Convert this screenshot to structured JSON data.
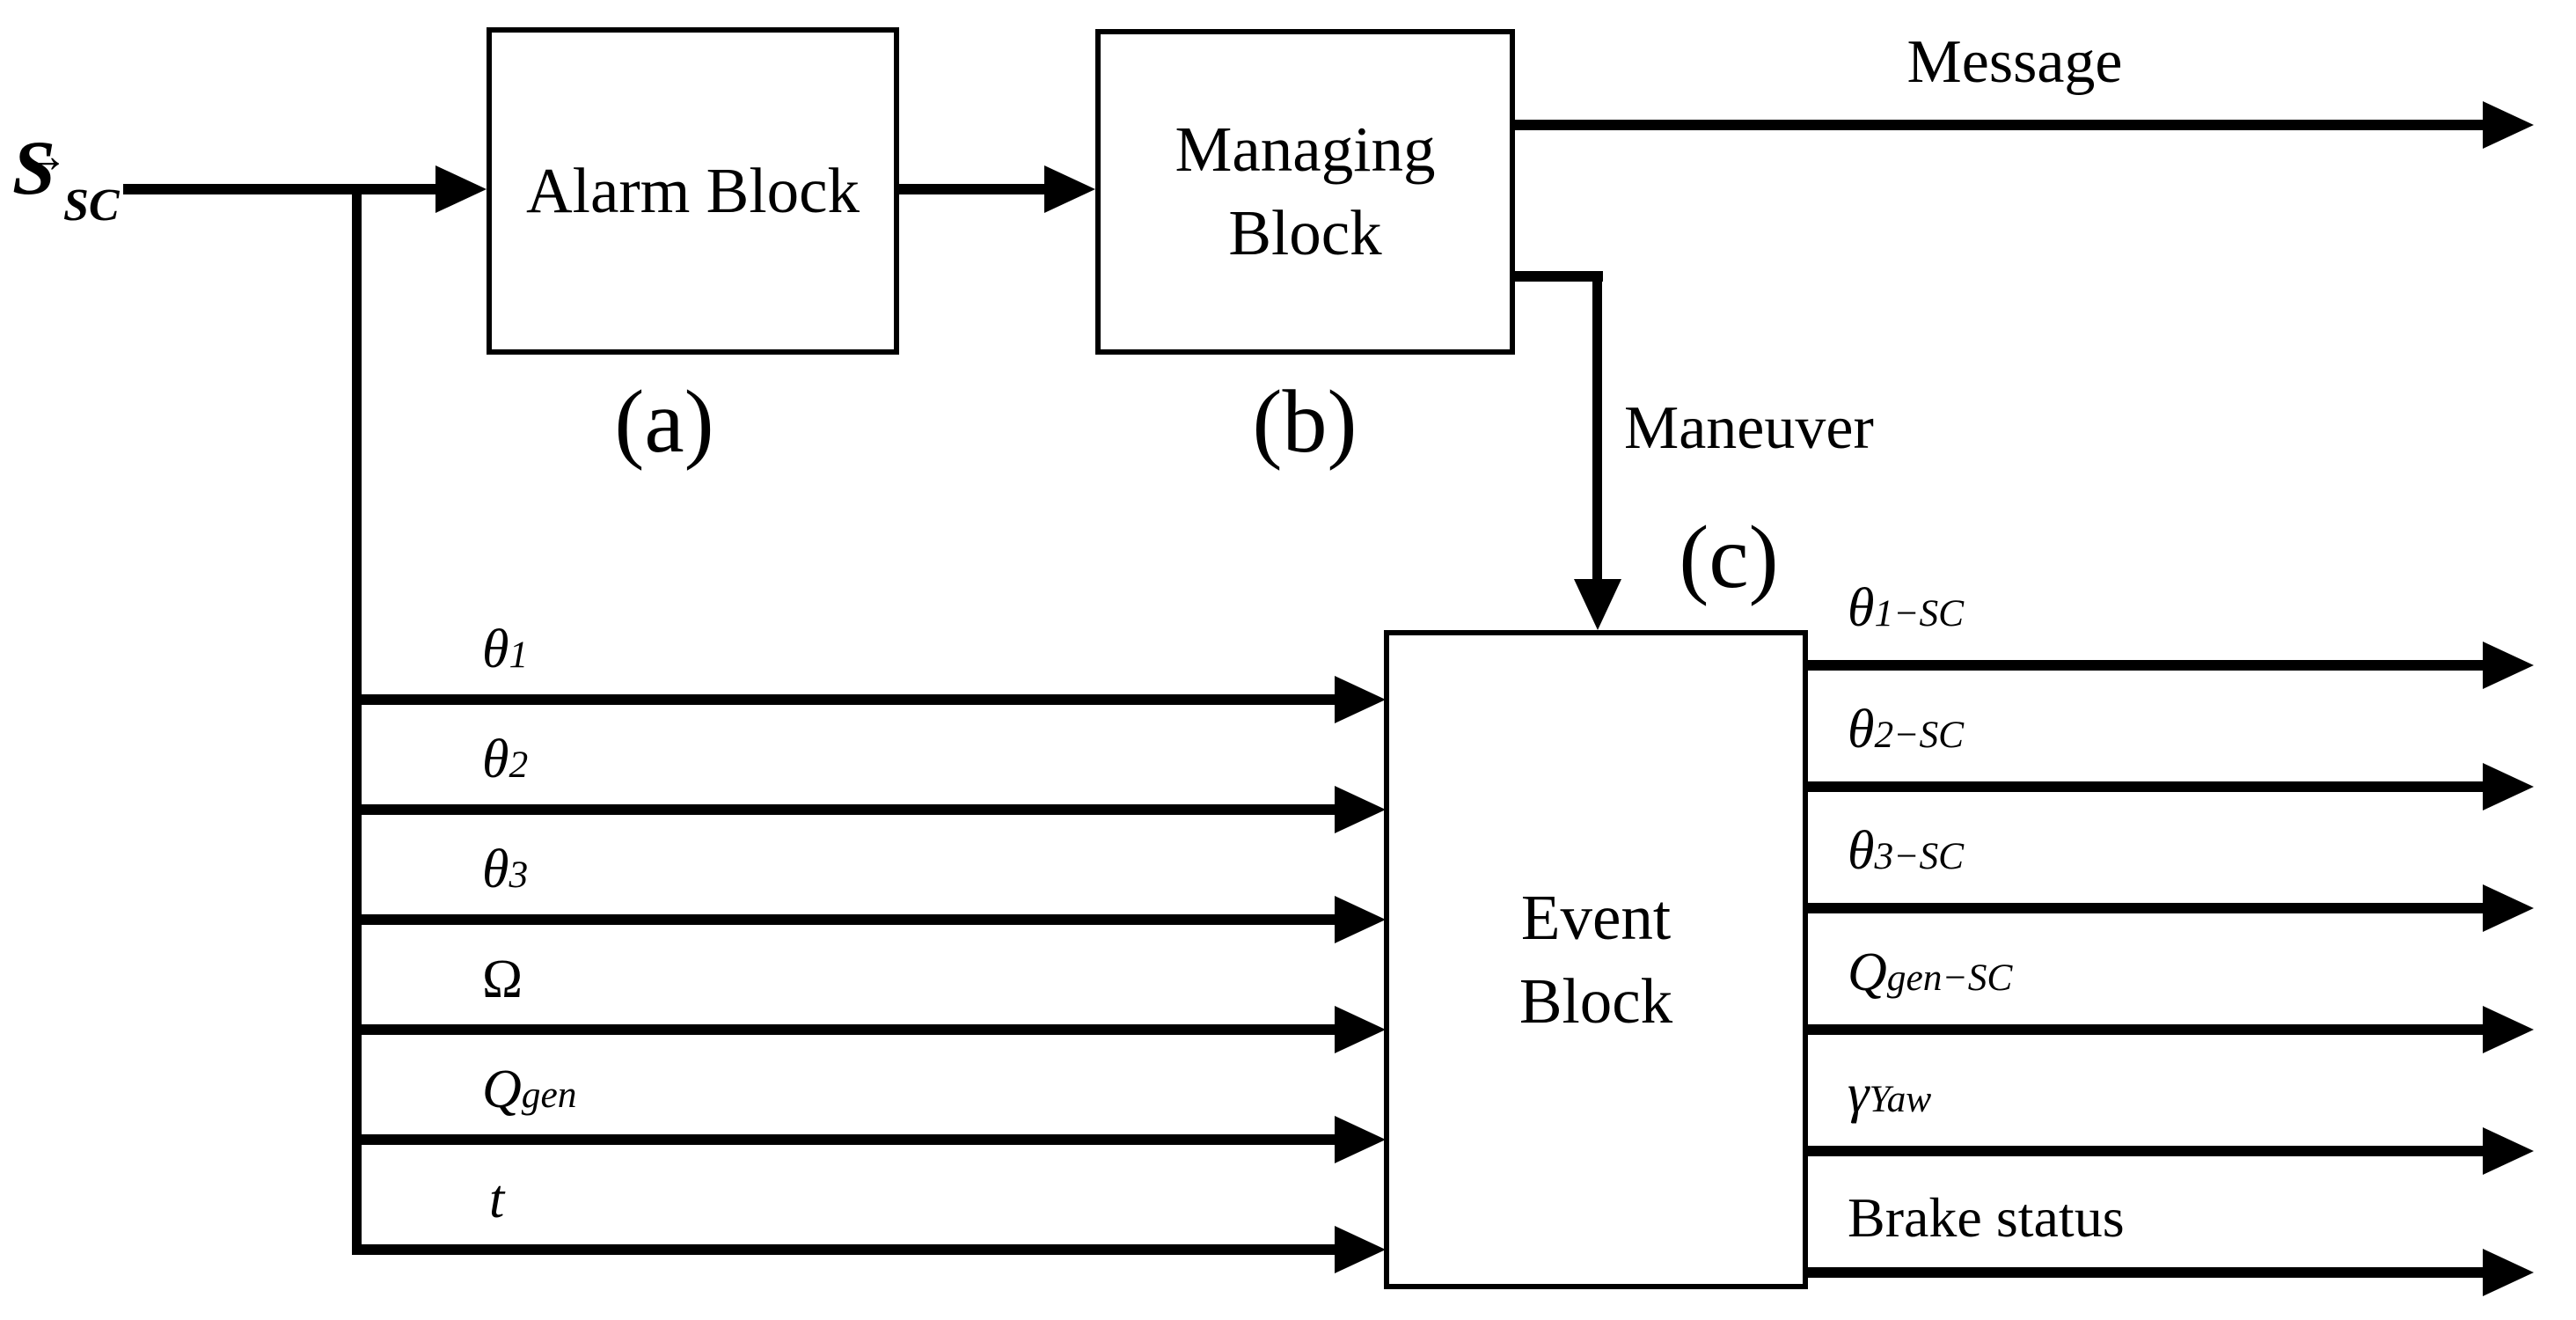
{
  "source": {
    "base": "S",
    "vector_arrow": "→",
    "subscript": "SC"
  },
  "blocks": {
    "alarm": {
      "label": "Alarm Block",
      "caption": "(a)"
    },
    "managing": {
      "line1": "Managing",
      "line2": "Block",
      "caption": "(b)"
    },
    "event": {
      "line1": "Event",
      "line2": "Block",
      "caption": "(c)"
    }
  },
  "signals": {
    "message": "Message",
    "maneuver": "Maneuver"
  },
  "inputs": [
    {
      "base": "θ",
      "sub": "1"
    },
    {
      "base": "θ",
      "sub": "2"
    },
    {
      "base": "θ",
      "sub": "3"
    },
    {
      "base": "Ω",
      "sub": ""
    },
    {
      "base": "Q",
      "sub": "gen"
    },
    {
      "base": "t",
      "sub": ""
    }
  ],
  "outputs": [
    {
      "base": "θ",
      "sub": "1−SC"
    },
    {
      "base": "θ",
      "sub": "2−SC"
    },
    {
      "base": "θ",
      "sub": "3−SC"
    },
    {
      "base": "Q",
      "sub": "gen−SC"
    },
    {
      "base": "γ",
      "sub": "Yaw"
    },
    {
      "base": "Brake status",
      "sub": ""
    }
  ],
  "colors": {
    "line": "#000000",
    "background": "#ffffff"
  }
}
